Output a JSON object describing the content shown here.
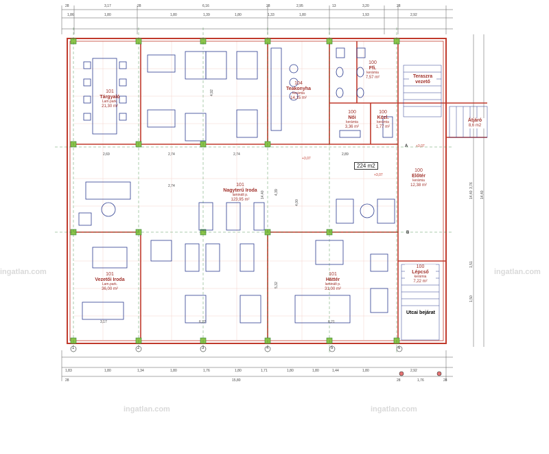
{
  "rooms": [
    {
      "num": "101",
      "name": "Tárgyaló",
      "floor": "Lam.park.",
      "area": "21,30 m²"
    },
    {
      "num": "104",
      "name": "Teakonyha",
      "floor": "kerámia",
      "area": "14,15 m²"
    },
    {
      "num": "100",
      "name": "Ffi.",
      "floor": "kerámia",
      "area": "7,57 m²"
    },
    {
      "num": "100",
      "name": "Női",
      "floor": "kerámia",
      "area": "3,36 m²"
    },
    {
      "num": "100",
      "name": "Közl.",
      "floor": "kerámia",
      "area": "1,77 m²"
    },
    {
      "num": "101",
      "name": "Nagyterű Iroda",
      "floor": "laminált p.",
      "area": "123,95 m²"
    },
    {
      "num": "100",
      "name": "Előtér",
      "floor": "kerámia",
      "area": "12,38 m²"
    },
    {
      "num": "101",
      "name": "Vezetői Iroda",
      "floor": "Lam.park.",
      "area": "36,00 m²"
    },
    {
      "num": "101",
      "name": "Háttér",
      "floor": "laminált p.",
      "area": "31,00 m²"
    },
    {
      "num": "100",
      "name": "Lépcső",
      "floor": "kerámia",
      "area": "7,22 m²"
    },
    {
      "num": "",
      "name": "Teraszra vezető",
      "floor": "",
      "area": ""
    },
    {
      "num": "",
      "name": "Átjáró",
      "floor": "",
      "area": "8,6 m2"
    }
  ],
  "total_area": "224 m2",
  "entrance": "Utcai bejárat",
  "watermark": "ingatlan.com",
  "top_dims_row1": [
    "28",
    "3,17",
    "28",
    "6,16",
    "28",
    "2,95",
    "13",
    "3,20",
    "28"
  ],
  "top_dims_row2": [
    "1,86",
    "1,80",
    "1,80",
    "1,39",
    "1,80",
    "1,33",
    "1,80",
    "1,93",
    "2,92"
  ],
  "bottom_dims_row1": [
    "1,83",
    "1,80",
    "1,34",
    "1,80",
    "1,76",
    "1,80",
    "1,71",
    "1,80",
    "1,80",
    "1,44",
    "1,80",
    "2,92"
  ],
  "bottom_dims_row2": [
    "28",
    "15,80",
    "28",
    "1,76",
    "28"
  ],
  "right_dims": [
    "14,40",
    "14,40",
    "3,76",
    "1,50",
    "1,51"
  ],
  "axis_numbers": [
    "1",
    "2",
    "3",
    "4",
    "5",
    "6"
  ],
  "axis_letters": [
    "A",
    "B"
  ],
  "elevations": [
    "+3,07",
    "+3,07",
    "+3,07"
  ],
  "inner_dims": [
    "2,69",
    "2,74",
    "2,74",
    "2,89",
    "2,74",
    "4,92",
    "4,39",
    "3,17",
    "6,22",
    "6,21",
    "14,40",
    "5,32",
    "4,00"
  ],
  "colors": {
    "wall": "#c0392b",
    "grid": "#e8b0a8",
    "furniture": "#2a3b8f",
    "dim": "#444444",
    "axis": "#2e7d32"
  }
}
